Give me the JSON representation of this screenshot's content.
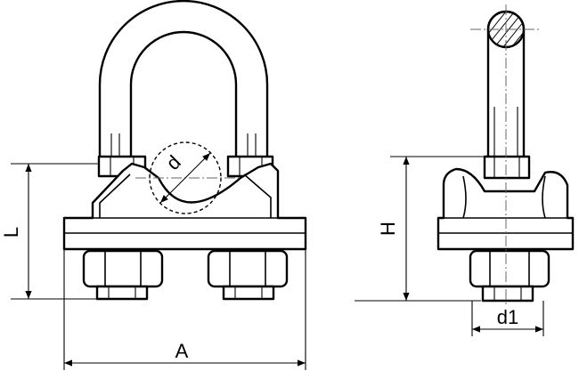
{
  "labels": {
    "diameter": "d",
    "length": "L",
    "width": "A",
    "height": "H",
    "thread_diameter": "d1"
  }
}
